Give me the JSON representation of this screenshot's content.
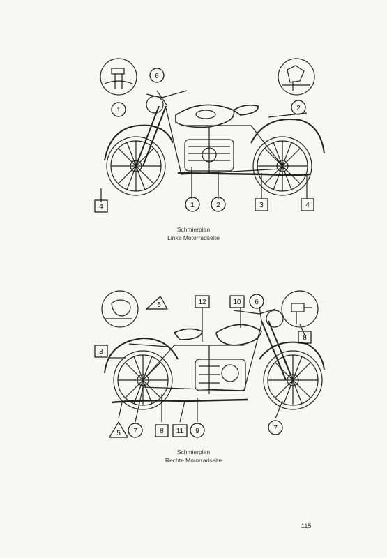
{
  "figures": [
    {
      "caption_title": "Schmierplan",
      "caption_subtitle": "Linke Motorradseite",
      "callouts": [
        "1",
        "2",
        "6",
        "1",
        "2",
        "3",
        "4",
        "4"
      ]
    },
    {
      "caption_title": "Schmierplan",
      "caption_subtitle": "Rechte Motorradseite",
      "callouts": [
        "5",
        "12",
        "10",
        "6",
        "8",
        "3",
        "5",
        "7",
        "8",
        "11",
        "9",
        "7"
      ]
    }
  ],
  "page_number": "115"
}
